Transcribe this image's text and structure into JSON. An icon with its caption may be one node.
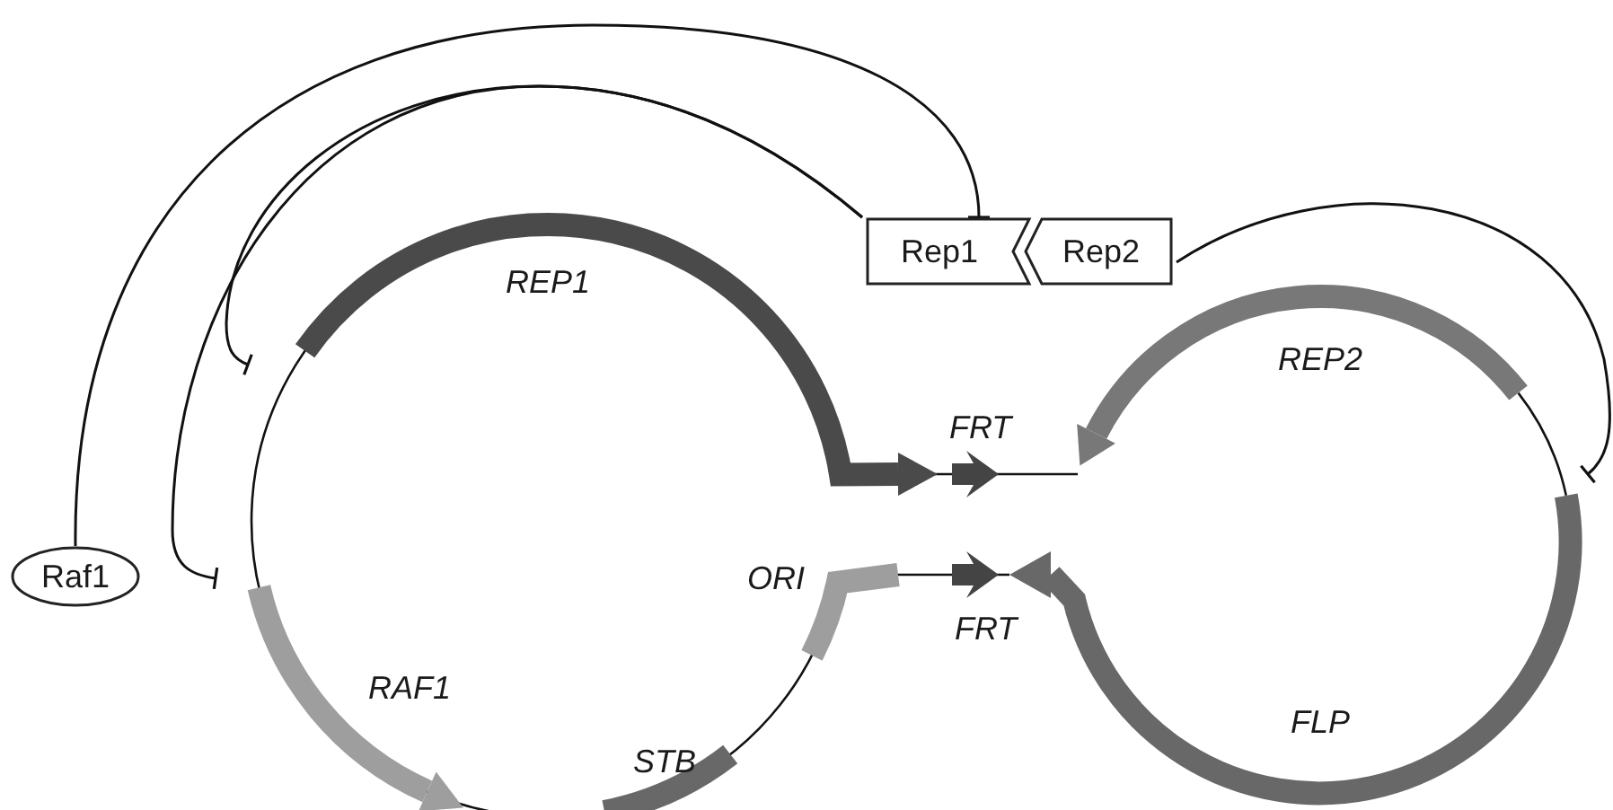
{
  "diagram": {
    "nodes": [
      {
        "text": [
          "Rep1"
        ]
      },
      {
        "text": [
          "Rep2"
        ]
      },
      {
        "text": [
          "REP1"
        ]
      },
      {
        "text": [
          "REP2"
        ]
      },
      {
        "text": [
          "FRT"
        ]
      },
      {
        "text": [
          "Raf1"
        ]
      },
      {
        "text": [
          "ORI"
        ]
      },
      {
        "text": [
          "FRT"
        ]
      },
      {
        "text": [
          "RAF1"
        ]
      },
      {
        "text": [
          "FLP"
        ]
      },
      {
        "text": [
          "STB"
        ]
      }
    ],
    "edges": [
      {
        "from": 5,
        "to": 0,
        "arrow": "other"
      },
      {
        "from": 0,
        "to": 2,
        "arrow": "other"
      },
      {
        "from": 0,
        "to": 8,
        "arrow": "other"
      },
      {
        "from": 1,
        "to": 9,
        "arrow": "other"
      }
    ]
  }
}
